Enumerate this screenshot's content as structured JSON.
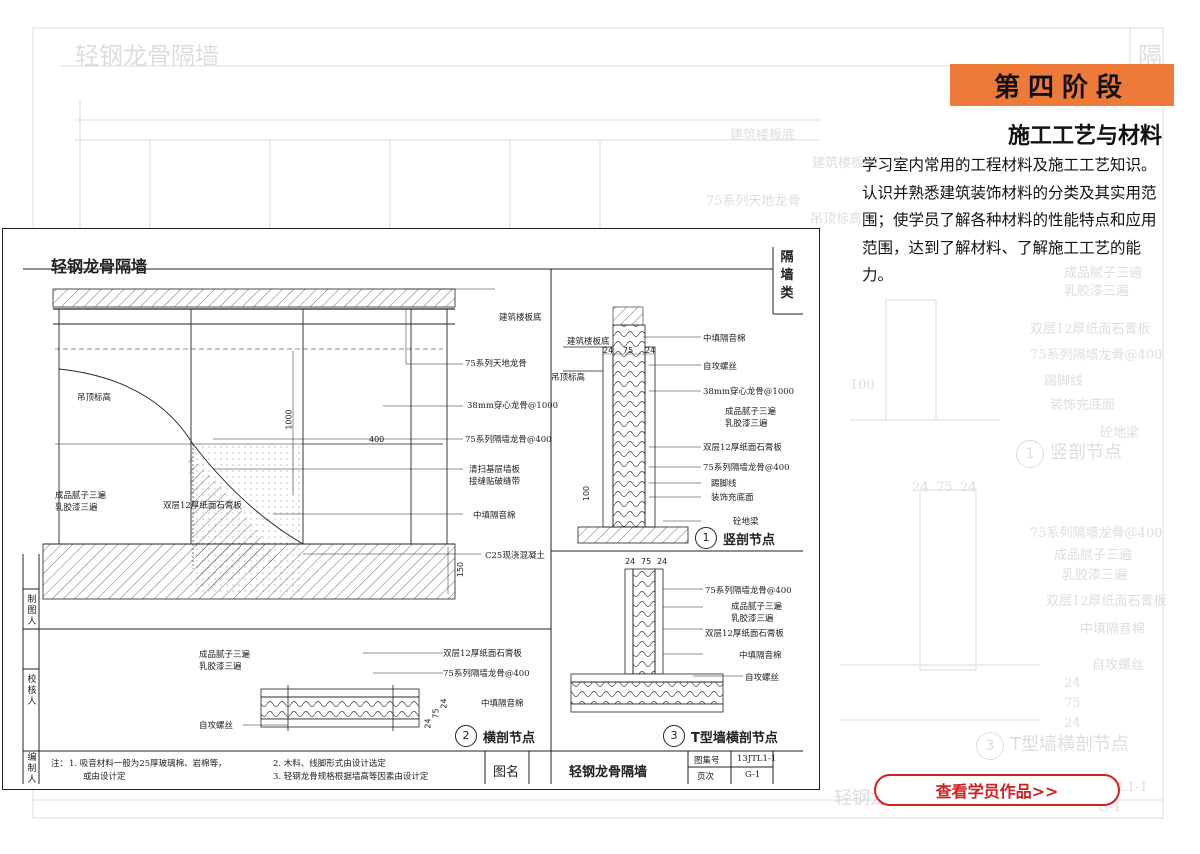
{
  "stage": {
    "label": "第四阶段"
  },
  "section": {
    "title": "施工工艺与材料"
  },
  "description": "学习室内常用的工程材料及施工工艺知识。认识并熟悉建筑装饰材料的分类及其实用范围；使学员了解各种材料的性能特点和应用范围，达到了解材料、了解施工工艺的能力。",
  "cta": {
    "label": "查看学员作品>>"
  },
  "background": {
    "title": "轻钢龙骨隔墙",
    "category_char": "隔",
    "bottom_title": "轻钢龙骨隔墙",
    "bottom_code": "13JTL1-1",
    "bottom_page": "G-1",
    "labels": [
      "建筑楼板底",
      "建筑楼板底",
      "75系列天地龙骨",
      "吊顶标高",
      "成品腻子三遍",
      "乳胶漆三遍",
      "双层12厚纸面石膏板",
      "75系列隔墙龙骨@400",
      "踢脚线",
      "装饰充底面",
      "砼地梁",
      "75系列隔墙龙骨@400",
      "成品腻子三遍",
      "乳胶漆三遍",
      "双层12厚纸面石膏板",
      "中填隔音棉",
      "自攻螺丝"
    ],
    "dims": [
      "100",
      "24",
      "75",
      "24",
      "24",
      "75",
      "24"
    ],
    "nodes": [
      {
        "num": "1",
        "label": "竖剖节点"
      },
      {
        "num": "3",
        "label": "T型墙横剖节点"
      }
    ]
  },
  "drawing": {
    "title": "轻钢龙骨隔墙",
    "category": "隔墙类",
    "elevation": {
      "labels": [
        "建筑楼板底",
        "75系列天地龙骨",
        "吊顶标高",
        "38mm穿心龙骨@1000",
        "75系列隔墙龙骨@400",
        "清扫基层墙板",
        "接缝贴破缝带",
        "成品腻子三遍",
        "乳胶漆三遍",
        "双层12厚纸面石膏板",
        "中填隔音棉",
        "C25现浇混凝土"
      ],
      "dims": [
        "1000",
        "400",
        "150"
      ]
    },
    "section1": {
      "labels": [
        "建筑楼板底",
        "中填隔音棉",
        "吊顶标高",
        "自攻螺丝",
        "38mm穿心龙骨@1000",
        "成品腻子三遍",
        "乳胶漆三遍",
        "双层12厚纸面石膏板",
        "75系列隔墙龙骨@400",
        "踢脚线",
        "装饰充底面",
        "砼地梁"
      ],
      "dims": [
        "24",
        "75",
        "24",
        "100"
      ],
      "node": {
        "num": "1",
        "label": "竖剖节点"
      }
    },
    "section2": {
      "labels": [
        "成品腻子三遍",
        "乳胶漆三遍",
        "双层12厚纸面石膏板",
        "75系列隔墙龙骨@400",
        "中填隔音棉",
        "自攻螺丝"
      ],
      "dims": [
        "24",
        "75",
        "24"
      ],
      "node": {
        "num": "2",
        "label": "横剖节点"
      }
    },
    "section3": {
      "labels": [
        "75系列隔墙龙骨@400",
        "成品腻子三遍",
        "乳胶漆三遍",
        "双层12厚纸面石膏板",
        "中填隔音棉",
        "自攻螺丝"
      ],
      "dims": [
        "24",
        "75",
        "24"
      ],
      "node": {
        "num": "3",
        "label": "T型墙横剖节点"
      }
    },
    "side": {
      "designer": "制图人",
      "checker": "校核人",
      "recorder": "编制人"
    },
    "notes": {
      "prefix": "注：",
      "n1": "1. 吸音材料一般为25厚玻璃棉、岩棉等，",
      "n1b": "或由设计定",
      "n2": "2. 木料、线脚形式由设计选定",
      "n3": "3. 轻钢龙骨规格根据墙高等因素由设计定"
    },
    "titleblock": {
      "label": "图名",
      "name": "轻钢龙骨隔墙",
      "set_label": "图集号",
      "page_label": "页次",
      "set_value": "13JTL1-1",
      "page_value": "G-1"
    }
  }
}
